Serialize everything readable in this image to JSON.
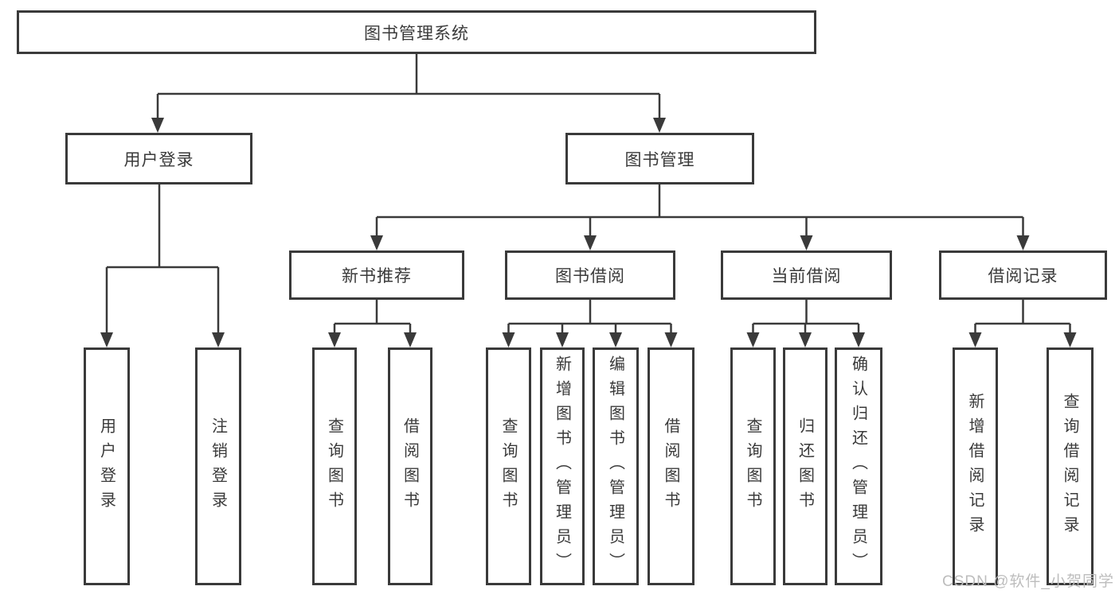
{
  "diagram": {
    "root": {
      "label": "图书管理系统"
    },
    "level2": [
      {
        "label": "用户登录"
      },
      {
        "label": "图书管理"
      }
    ],
    "level3": [
      {
        "label": "新书推荐",
        "parent": "图书管理"
      },
      {
        "label": "图书借阅",
        "parent": "图书管理"
      },
      {
        "label": "当前借阅",
        "parent": "图书管理"
      },
      {
        "label": "借阅记录",
        "parent": "图书管理"
      }
    ],
    "leaves": [
      {
        "label": "用户登录",
        "parent": "用户登录"
      },
      {
        "label": "注销登录",
        "parent": "用户登录"
      },
      {
        "label": "查询图书",
        "parent": "新书推荐"
      },
      {
        "label": "借阅图书",
        "parent": "新书推荐"
      },
      {
        "label": "查询图书",
        "parent": "图书借阅"
      },
      {
        "label": "新增图书（管理员）",
        "parent": "图书借阅"
      },
      {
        "label": "编辑图书（管理员）",
        "parent": "图书借阅"
      },
      {
        "label": "借阅图书",
        "parent": "图书借阅"
      },
      {
        "label": "查询图书",
        "parent": "当前借阅"
      },
      {
        "label": "归还图书",
        "parent": "当前借阅"
      },
      {
        "label": "确认归还（管理员）",
        "parent": "当前借阅"
      },
      {
        "label": "新增借阅记录",
        "parent": "借阅记录"
      },
      {
        "label": "查询借阅记录",
        "parent": "借阅记录"
      }
    ]
  },
  "watermark": {
    "text": "CSDN @软件_小贺同学"
  },
  "colors": {
    "line": "#3a3a3a",
    "box_border": "#3a3a3a",
    "box_fill": "#ffffff",
    "text": "#3a3a3a",
    "watermark": "#bdbdbd"
  }
}
